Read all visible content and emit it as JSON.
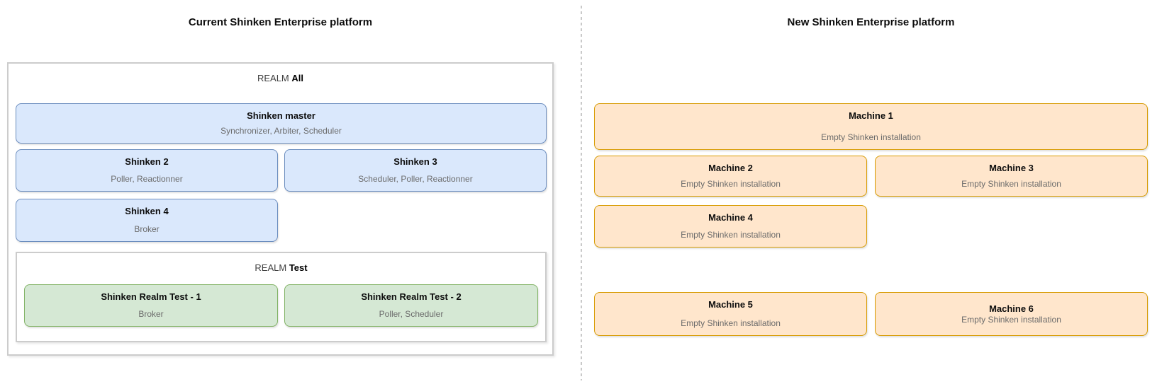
{
  "colors": {
    "blue_fill": "#dae8fc",
    "blue_border": "#6c8ebf",
    "green_fill": "#d5e8d4",
    "green_border": "#82b366",
    "orange_fill": "#ffe6cc",
    "orange_border": "#d79b00",
    "container_border": "#cccccc",
    "subtitle_text": "#6b6b6b",
    "divider": "#c9c9c9"
  },
  "left": {
    "title": "Current Shinken Enterprise platform",
    "realm_all_prefix": "REALM",
    "realm_all_name": "All",
    "nodes": [
      {
        "title": "Shinken master",
        "subtitle": "Synchronizer, Arbiter, Scheduler"
      },
      {
        "title": "Shinken 2",
        "subtitle": "Poller, Reactionner"
      },
      {
        "title": "Shinken 3",
        "subtitle": "Scheduler, Poller, Reactionner"
      },
      {
        "title": "Shinken 4",
        "subtitle": "Broker"
      }
    ],
    "realm_test_prefix": "REALM",
    "realm_test_name": "Test",
    "test_nodes": [
      {
        "title": "Shinken Realm Test - 1",
        "subtitle": "Broker"
      },
      {
        "title": "Shinken Realm Test - 2",
        "subtitle": "Poller, Scheduler"
      }
    ]
  },
  "right": {
    "title": "New Shinken Enterprise platform",
    "machines": [
      {
        "title": "Machine 1",
        "subtitle": "Empty Shinken installation"
      },
      {
        "title": "Machine 2",
        "subtitle": "Empty Shinken installation"
      },
      {
        "title": "Machine 3",
        "subtitle": "Empty Shinken installation"
      },
      {
        "title": "Machine 4",
        "subtitle": "Empty Shinken installation"
      },
      {
        "title": "Machine 5",
        "subtitle": "Empty Shinken installation"
      },
      {
        "title": "Machine 6",
        "subtitle": "Empty Shinken installation"
      }
    ]
  }
}
